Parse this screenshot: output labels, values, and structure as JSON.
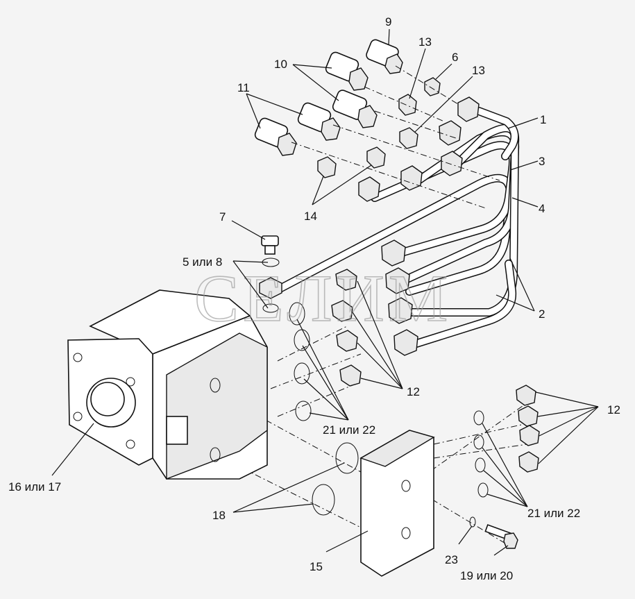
{
  "watermark": "СЕЛИМ",
  "callouts": [
    {
      "id": "c1",
      "text": "1"
    },
    {
      "id": "c2",
      "text": "2"
    },
    {
      "id": "c3",
      "text": "3"
    },
    {
      "id": "c4",
      "text": "4"
    },
    {
      "id": "c5",
      "text": "5 или 8"
    },
    {
      "id": "c6",
      "text": "6"
    },
    {
      "id": "c7",
      "text": "7"
    },
    {
      "id": "c9",
      "text": "9"
    },
    {
      "id": "c10",
      "text": "10"
    },
    {
      "id": "c11",
      "text": "11"
    },
    {
      "id": "c12a",
      "text": "12"
    },
    {
      "id": "c12b",
      "text": "12"
    },
    {
      "id": "c13a",
      "text": "13"
    },
    {
      "id": "c13b",
      "text": "13"
    },
    {
      "id": "c14",
      "text": "14"
    },
    {
      "id": "c15",
      "text": "15"
    },
    {
      "id": "c16",
      "text": "16 или 17"
    },
    {
      "id": "c18",
      "text": "18"
    },
    {
      "id": "c19",
      "text": "19 или 20"
    },
    {
      "id": "c21a",
      "text": "21 или 22"
    },
    {
      "id": "c21b",
      "text": "21 или 22"
    },
    {
      "id": "c23",
      "text": "23"
    }
  ]
}
